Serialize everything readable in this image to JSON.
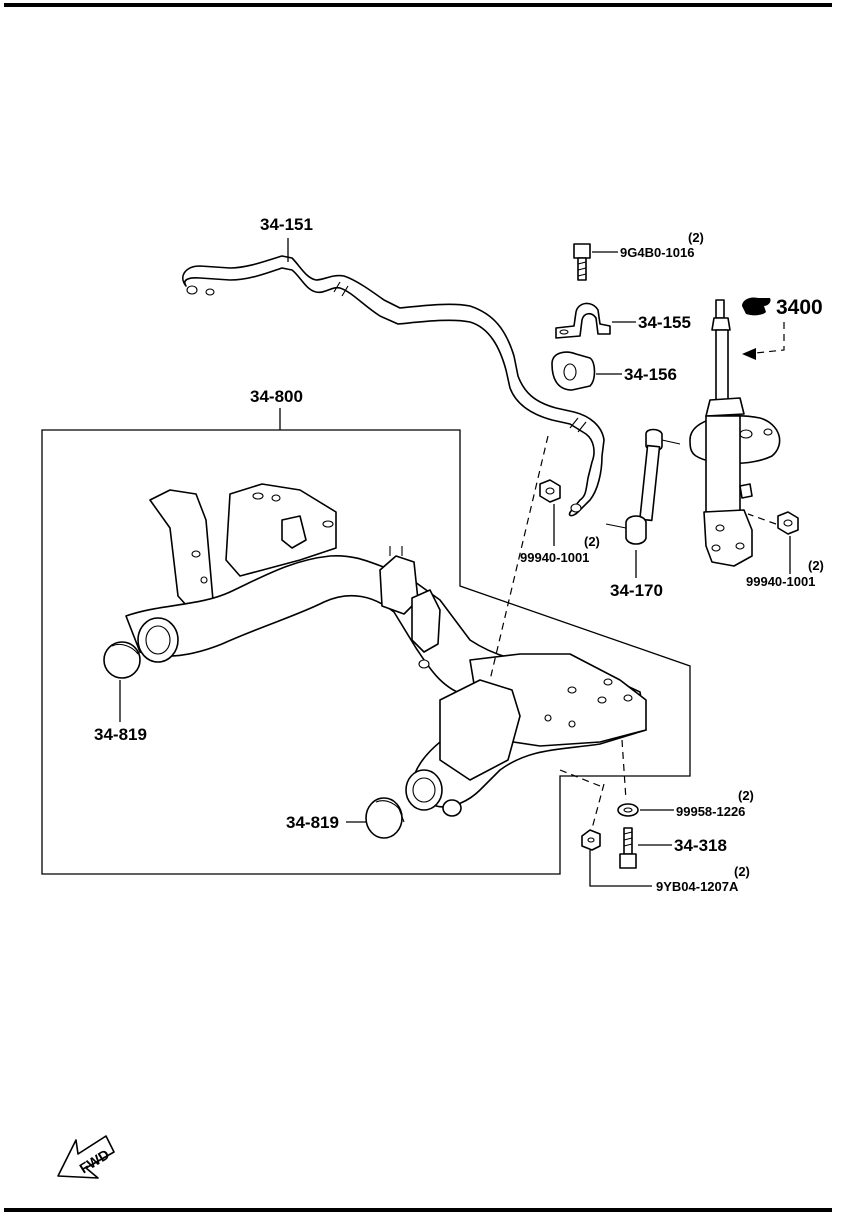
{
  "callouts": {
    "stabilizer_bar": "34-151",
    "crossmember_assembly": "34-800",
    "bushing_bracket": "34-155",
    "stabilizer_bushing": "34-156",
    "stabilizer_link": "34-170",
    "shock_absorber_group": "3400",
    "plug_left": "34-819",
    "plug_right": "34-819",
    "bolt_34_318": "34-318",
    "bolt_bracket": "9G4B0-1016",
    "bolt_bracket_qty": "(2)",
    "nut_bar_link": "99940-1001",
    "nut_bar_link_qty": "(2)",
    "nut_strut_link": "99940-1001",
    "nut_strut_link_qty": "(2)",
    "washer": "99958-1226",
    "washer_qty": "(2)",
    "nut_member": "9YB04-1207A",
    "nut_member_qty": "(2)"
  },
  "fwd_indicator": "FWD",
  "icons": {
    "reference_hand": "pointing-hand-icon",
    "forward_arrow": "fwd-arrow-icon"
  }
}
